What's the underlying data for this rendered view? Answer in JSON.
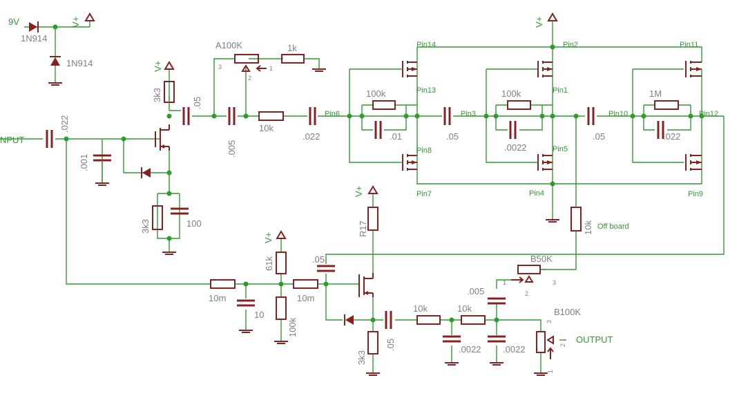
{
  "supply": {
    "v9": "9V",
    "vplus": "V+",
    "diode_a": "1N914",
    "diode_b": "1N914"
  },
  "input": {
    "label": "NPUT",
    "cap": ".022",
    "shunt_cap": ".001"
  },
  "stage1": {
    "drain_res": "3k3",
    "source_res": "3k3",
    "source_cap": "100",
    "out_cap": ".05",
    "trim_pot": "A100K",
    "trim_res": "1k",
    "pot_pin1": "1",
    "pot_pin2": "2",
    "pot_pin3": "3",
    "cap_005": ".005",
    "series_res": "10k",
    "cap_022": ".022"
  },
  "phaser": {
    "stage_a": {
      "res": "100k",
      "cap": ".01"
    },
    "coupling_1": ".05",
    "stage_b": {
      "res": "100k",
      "cap": ".0022"
    },
    "coupling_2": ".05",
    "stage_c": {
      "res": "1M",
      "cap": ".022"
    }
  },
  "pins": {
    "pin14": "Pin14",
    "pin13": "Pin13",
    "pin6": "Pin6",
    "pin8": "Pin8",
    "pin7": "Pin7",
    "pin3": "Pin3",
    "pin2": "Pin2",
    "pin1": "Pin1",
    "pin5": "Pin5",
    "pin4": "Pin4",
    "pin11": "Pin11",
    "pin10": "Pin10",
    "pin12": "Pin12",
    "pin9": "Pin9"
  },
  "offboard": {
    "res": "10k",
    "note": "Off board"
  },
  "mixer": {
    "bias_res": "61k",
    "bias_cap": ".05",
    "res_10m_a": "10m",
    "res_10m_b": "10m",
    "cap_10": "10",
    "res_100k": "100k",
    "drain_res": "R17",
    "source_res": "3k3",
    "out_cap": ".05",
    "blend_pot": "B50K",
    "blend_pin1": "1",
    "blend_pin2": "2",
    "blend_pin3": "3",
    "cap_005": ".005",
    "filter_res_a": "10k",
    "filter_res_b": "10k",
    "filter_cap_a": ".0022",
    "filter_cap_b": ".0022",
    "vol_pot": "B100K",
    "vol_pin1": "1",
    "vol_pin2": "2",
    "vol_pin3": "3",
    "output": "OUTPUT"
  },
  "colors": {
    "wire": "#2f9a2f",
    "part": "#8a1f1f",
    "label": "#808080"
  }
}
